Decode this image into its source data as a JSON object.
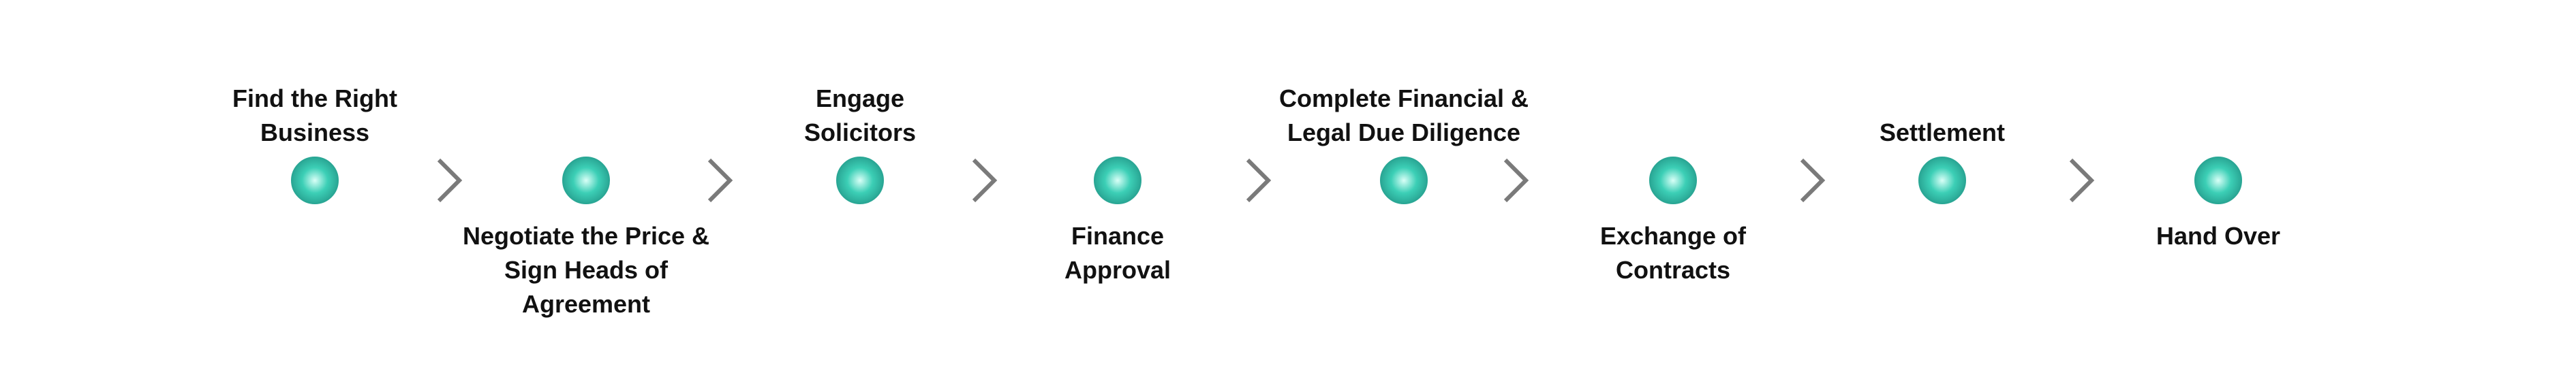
{
  "steps": [
    {
      "label": "Find the Right\nBusiness",
      "position": "above"
    },
    {
      "label": "Negotiate the Price &\nSign Heads of\nAgreement",
      "position": "below"
    },
    {
      "label": "Engage\nSolicitors",
      "position": "above"
    },
    {
      "label": "Finance\nApproval",
      "position": "below"
    },
    {
      "label": "Complete Financial &\nLegal Due Diligence",
      "position": "above"
    },
    {
      "label": "Exchange of\nContracts",
      "position": "below"
    },
    {
      "label": "Settlement",
      "position": "above"
    },
    {
      "label": "Hand Over",
      "position": "below"
    }
  ],
  "colors": {
    "line_dark": "#1f8f86",
    "line_light": "#b9eee6",
    "node": "#3ccfb6",
    "node_highlight": "#d9fff7",
    "node_edge": "#2aa795",
    "arrow": "#7a7a7a",
    "text": "#111111"
  }
}
